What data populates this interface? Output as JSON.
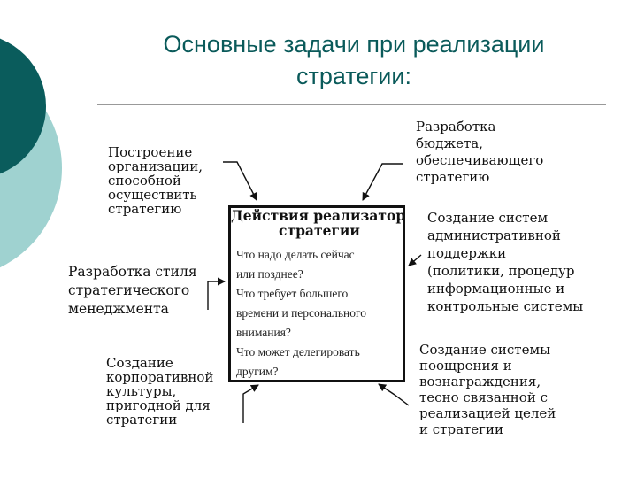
{
  "title": {
    "line1": "Основные задачи при реализации",
    "line2": "стратегии:"
  },
  "colors": {
    "title": "#0a5a5a",
    "deco_dark": "#0a5c5c",
    "deco_light": "#9fd2d0"
  },
  "center": {
    "title_lines": [
      "Действия реализатора",
      "стратегии"
    ],
    "body_lines": [
      "Что надо делать сейчас",
      "или позднее?",
      "Что требует большего",
      "времени и персонального",
      "внимания?",
      "Что может делегировать",
      "другим?"
    ]
  },
  "nodes": {
    "top_left": [
      "Построение",
      "организации,",
      "способной",
      "осуществить",
      "стратегию"
    ],
    "mid_left": [
      "Разработка стиля",
      "стратегического",
      "менеджмента"
    ],
    "bottom_left": [
      "Создание",
      "корпоративной",
      "культуры,",
      "пригодной для",
      "стратегии"
    ],
    "top_right": [
      "Разработка",
      "бюджета,",
      "обеспечивающего",
      "стратегию"
    ],
    "mid_right": [
      "Создание систем",
      "административной",
      "поддержки",
      "(политики, процедур",
      "информационные и",
      "контрольные системы"
    ],
    "bottom_right": [
      "Создание системы",
      "поощрения и",
      "вознаграждения,",
      "тесно связанной с",
      "реализацией целей",
      "и стратегии"
    ]
  }
}
